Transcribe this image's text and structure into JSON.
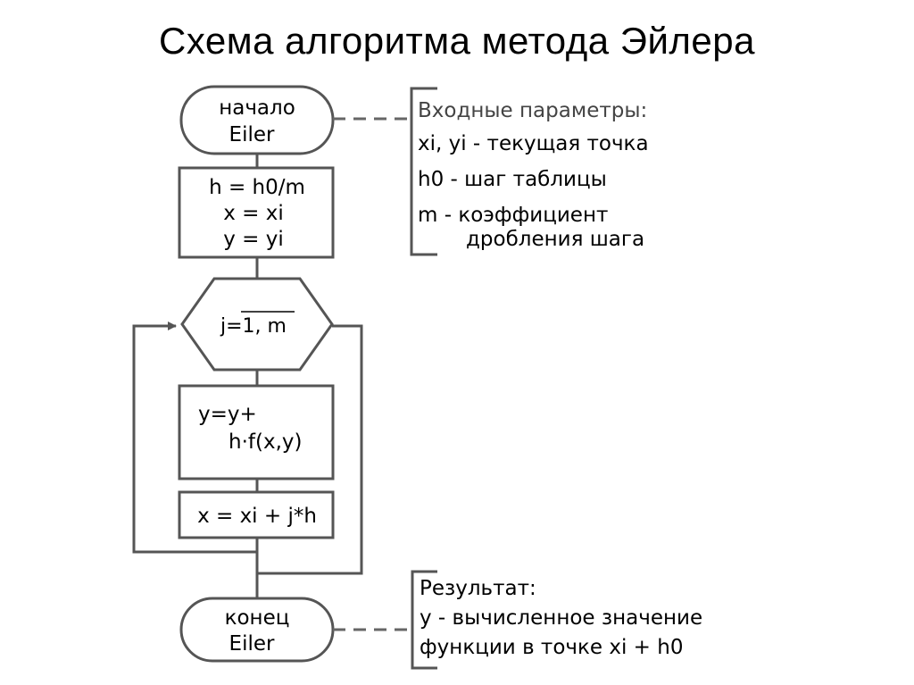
{
  "title": "Схема алгоритма метода Эйлера",
  "flowchart": {
    "start": {
      "line1": "начало",
      "line2": "Eiler"
    },
    "init_block": {
      "line1": "h = h0/m",
      "line2": "x = xi",
      "line3": "y = yi"
    },
    "loop": {
      "label": "j=1, m"
    },
    "calc_block": {
      "line1": "y=y+",
      "line2": "h·f(x,y)"
    },
    "x_block": {
      "text": "x = xi + j*h"
    },
    "end": {
      "line1": "конец",
      "line2": "Eiler"
    }
  },
  "comments": {
    "input": {
      "line1": "Входные параметры:",
      "line2": "xi, yi - текущая точка",
      "line3": "h0 - шаг таблицы",
      "line4": "m - коэффициент",
      "line5": "дробления шага"
    },
    "result": {
      "line1": "Результат:",
      "line2": "y - вычисленное значение",
      "line3": "функции в точке xi + h0"
    }
  },
  "colors": {
    "stroke": "#555555",
    "text": "#000000",
    "comment_title": "#444444"
  }
}
